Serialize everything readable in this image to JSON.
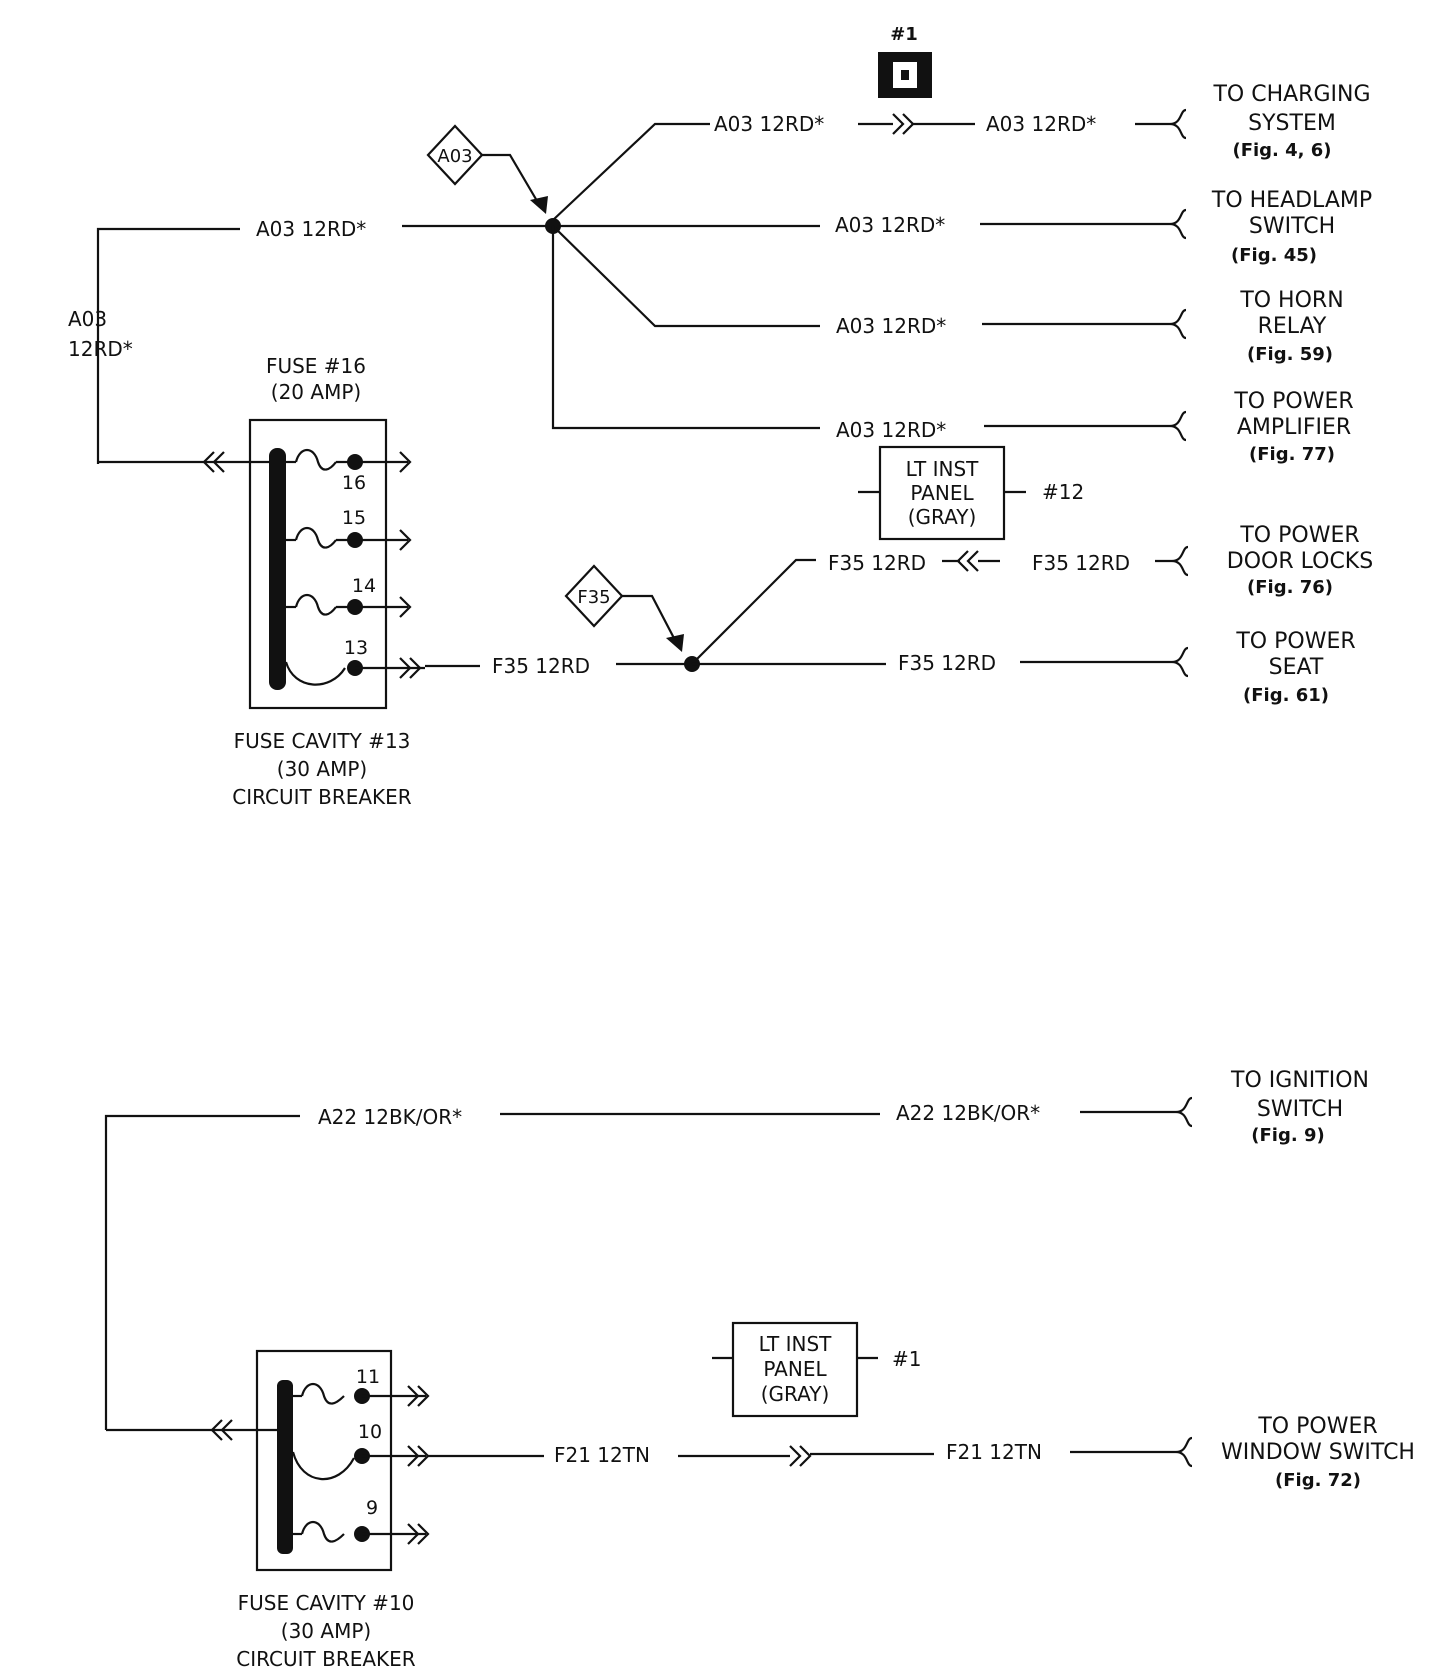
{
  "top": {
    "connector1_label": "#1",
    "branch_charging": {
      "wire_left": "A03 12RD*",
      "wire_right": "A03 12RD*",
      "dest": [
        "TO CHARGING",
        "SYSTEM"
      ],
      "fig": "(Fig. 4, 6)"
    },
    "branch_headlamp": {
      "wire": "A03 12RD*",
      "dest": [
        "TO HEADLAMP",
        "SWITCH"
      ],
      "fig": "(Fig. 45)"
    },
    "branch_horn": {
      "wire": "A03 12RD*",
      "dest": [
        "TO HORN",
        "RELAY"
      ],
      "fig": "(Fig. 59)"
    },
    "branch_amplifier": {
      "wire": "A03 12RD*",
      "dest": [
        "TO POWER",
        "AMPLIFIER"
      ],
      "fig": "(Fig. 77)"
    },
    "feed_wire": "A03 12RD*",
    "left_wire": [
      "A03",
      "12RD*"
    ],
    "splice_a03": "A03",
    "splice_f35": "F35",
    "fuse16_label": [
      "FUSE #16",
      "(20 AMP)"
    ],
    "fuse_numbers": [
      "16",
      "15",
      "14",
      "13"
    ],
    "fuse_cavity": [
      "FUSE CAVITY #13",
      "(30 AMP)",
      "CIRCUIT BREAKER"
    ],
    "panel_connector": {
      "lines": [
        "LT INST",
        "PANEL",
        "(GRAY)"
      ],
      "pin": "#12"
    },
    "f35_feed": "F35 12RD",
    "branch_door_locks": {
      "wire_left": "F35 12RD",
      "wire_right": "F35 12RD",
      "dest": [
        "TO POWER",
        "DOOR LOCKS"
      ],
      "fig": "(Fig. 76)"
    },
    "branch_seat": {
      "wire": "F35 12RD",
      "dest": [
        "TO POWER",
        "SEAT"
      ],
      "fig": "(Fig. 61)"
    }
  },
  "bottom": {
    "ignition": {
      "wire_left": "A22 12BK/OR*",
      "wire_right": "A22 12BK/OR*",
      "dest": [
        "TO IGNITION",
        "SWITCH"
      ],
      "fig": "(Fig. 9)"
    },
    "fuse_numbers": [
      "11",
      "10",
      "9"
    ],
    "panel_connector": {
      "lines": [
        "LT INST",
        "PANEL",
        "(GRAY)"
      ],
      "pin": "#1"
    },
    "window": {
      "wire_left": "F21 12TN",
      "wire_right": "F21 12TN",
      "dest": [
        "TO POWER",
        "WINDOW SWITCH"
      ],
      "fig": "(Fig. 72)"
    },
    "fuse_cavity": [
      "FUSE CAVITY #10",
      "(30 AMP)",
      "CIRCUIT BREAKER"
    ]
  }
}
